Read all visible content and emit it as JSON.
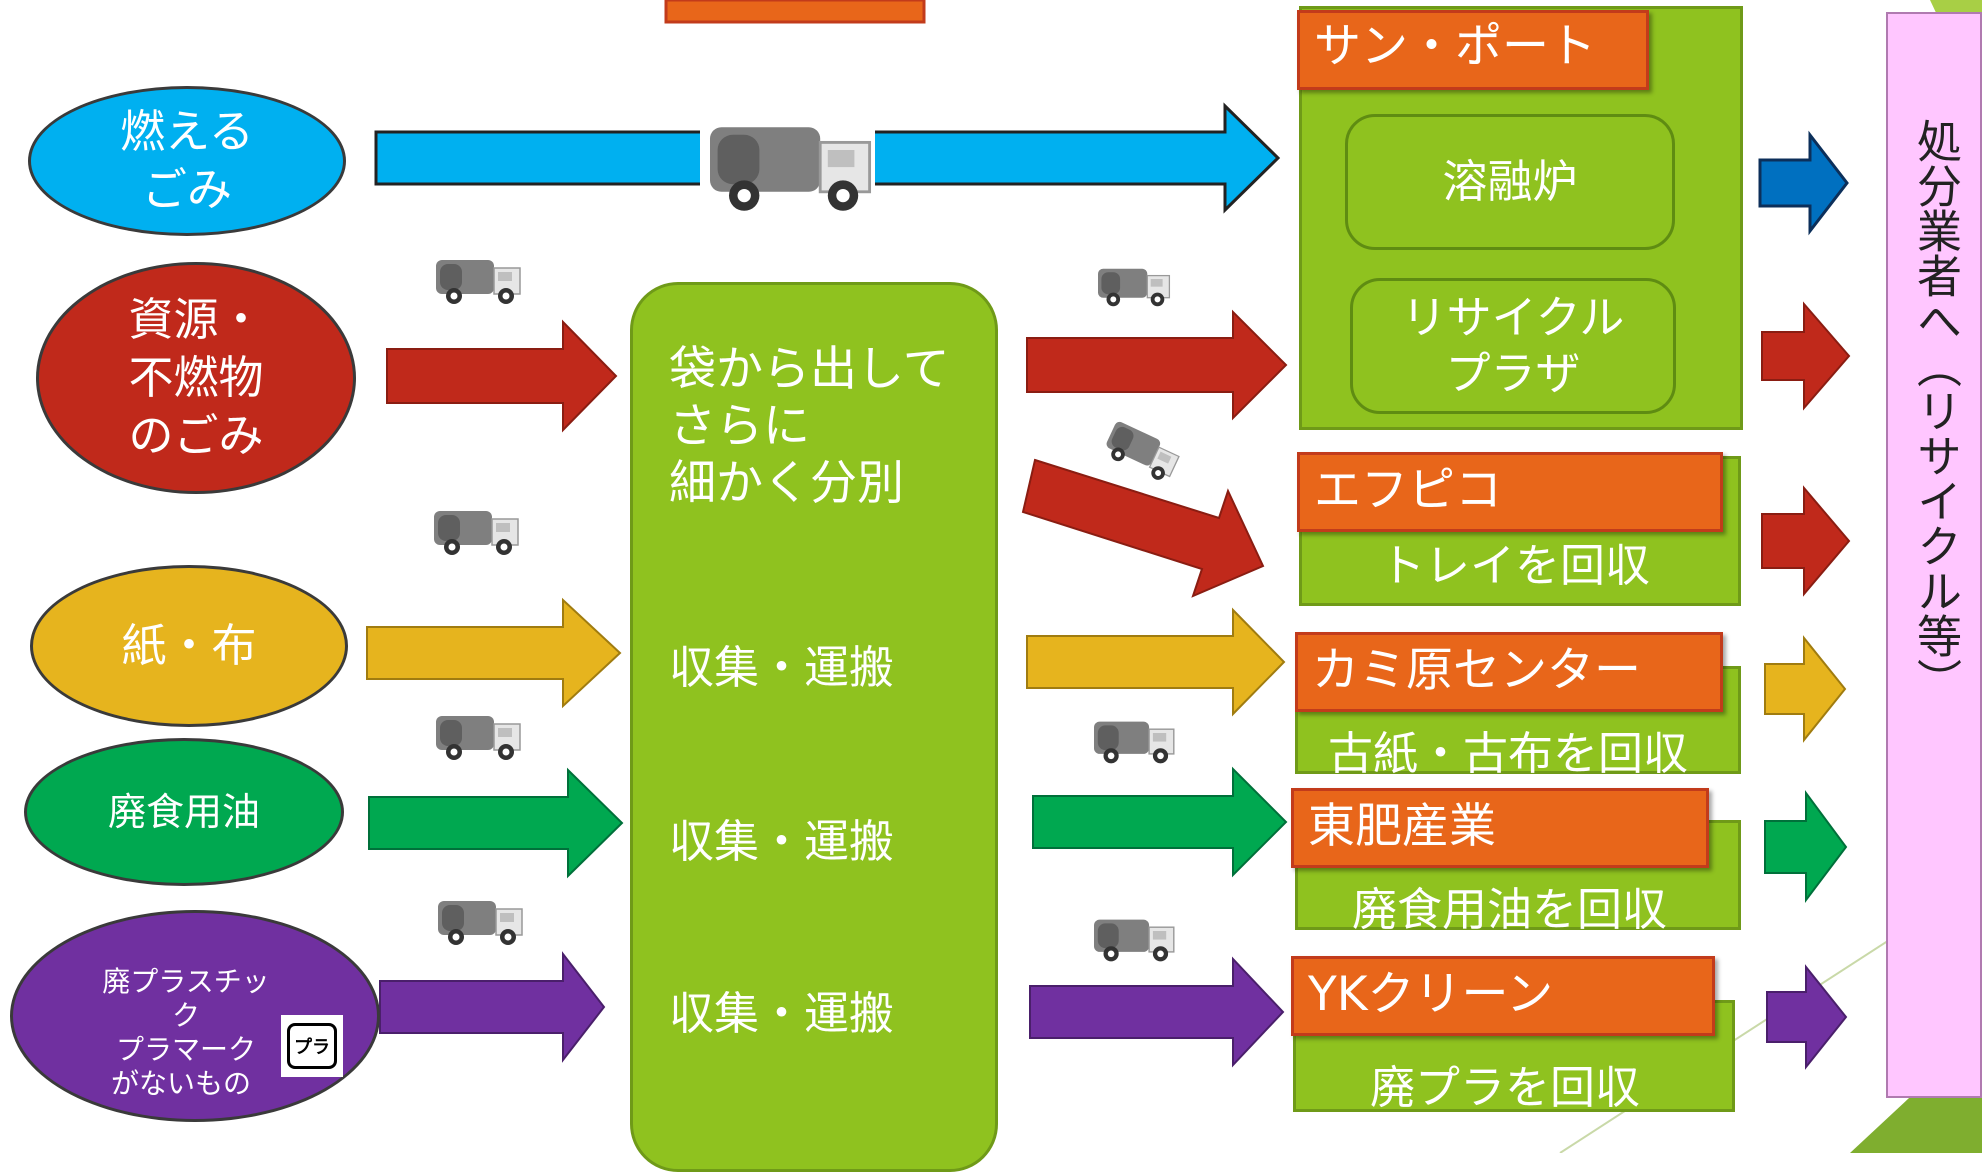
{
  "sources": [
    {
      "id": "burnable",
      "label": "燃える\nごみ",
      "color": "#00b0f0"
    },
    {
      "id": "resource",
      "label": "資源・\n不燃物\nのごみ",
      "color": "#c0291b"
    },
    {
      "id": "paper",
      "label": "紙・布",
      "color": "#e6b41e"
    },
    {
      "id": "oil",
      "label": "廃食用油",
      "color": "#00a850"
    },
    {
      "id": "plastic",
      "lines": [
        "廃プラスチック",
        "プラマーク",
        "がないもの"
      ],
      "color": "#7030a0"
    }
  ],
  "plastic_mark_text": "プラ",
  "sorting": {
    "title": "袋から出して\nさらに\n細かく分別",
    "collect_labels": [
      "収集・運搬",
      "収集・運搬",
      "収集・運搬"
    ]
  },
  "facilities": {
    "sunport": {
      "name": "サン・ポート",
      "sub1": "溶融炉",
      "sub2": "リサイクル\nプラザ"
    },
    "efpico": {
      "name": "エフピコ",
      "desc": "トレイを回収"
    },
    "kamihara": {
      "name": "カミ原センター",
      "desc": "古紙・古布を回収"
    },
    "tohi": {
      "name": "東肥産業",
      "desc": "廃食用油を回収"
    },
    "yk": {
      "name": "YKクリーン",
      "desc": "廃プラを回収"
    }
  },
  "destination": "処分業者へ（リサイクル等）",
  "colors": {
    "green": "#8fc21f",
    "orange": "#e8661a",
    "pink": "#ffc6ff",
    "blue_dark": "#0070c0"
  }
}
